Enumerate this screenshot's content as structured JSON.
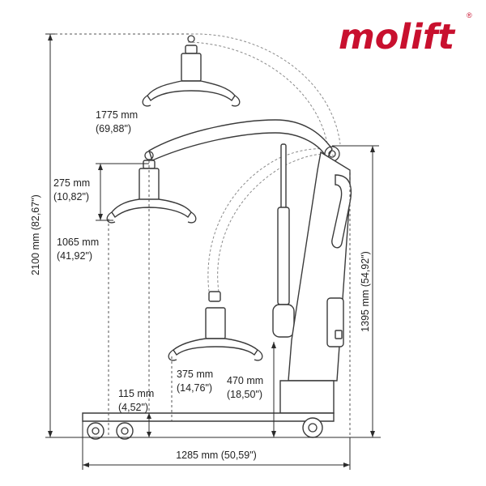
{
  "brand": {
    "name": "molift",
    "registered": "®",
    "color": "#c8102e"
  },
  "dimensions": {
    "total_height": "2100 mm (82,67\")",
    "reach_high": {
      "mm": "1775 mm",
      "inch": "(69,88\")"
    },
    "spreader_height": {
      "mm": "275 mm",
      "inch": "(10,82\")"
    },
    "reach_mid": {
      "mm": "1065 mm",
      "inch": "(41,92\")"
    },
    "low_reach": {
      "mm": "375 mm",
      "inch": "(14,76\")"
    },
    "leg_clearance": {
      "mm": "470 mm",
      "inch": "(18,50\")"
    },
    "mast_height": "1395 mm (54,92\")",
    "ground_clearance": {
      "mm": "115 mm",
      "inch": "(4,52\")"
    },
    "base_length": "1285 mm (50,59\")"
  }
}
